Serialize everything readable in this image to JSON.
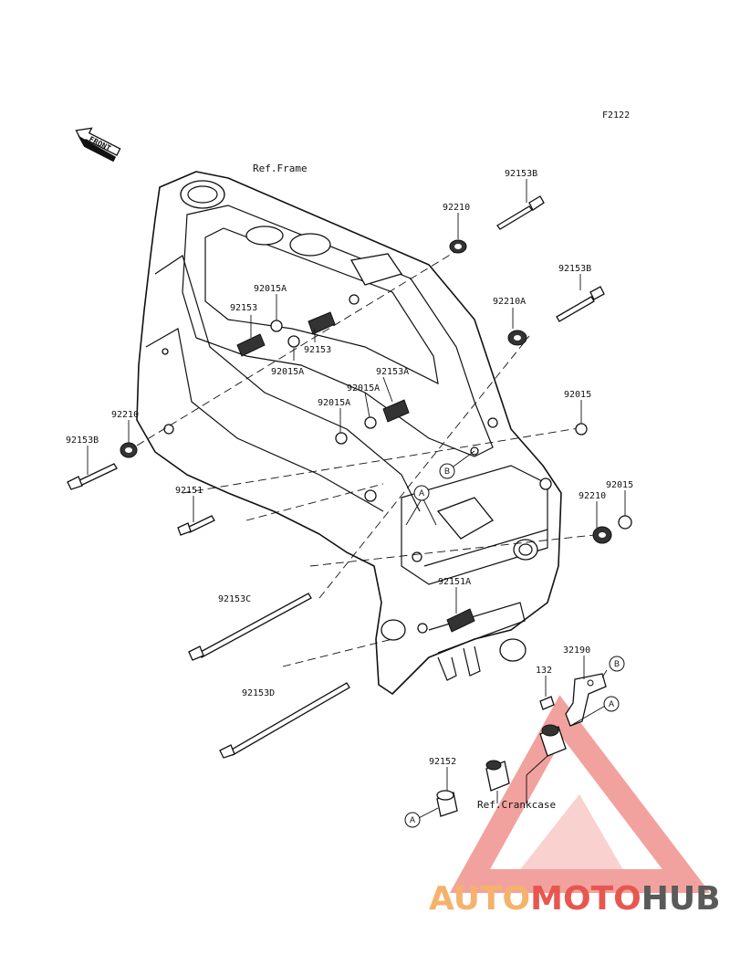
{
  "figure_code": "F2122",
  "front_label": "FRONT",
  "refs": {
    "frame": "Ref.Frame",
    "crankcase": "Ref.Crankcase"
  },
  "parts": {
    "p92153B_top": "92153B",
    "p92210_top": "92210",
    "p92153B_mid": "92153B",
    "p92210A": "92210A",
    "p92015A_a": "92015A",
    "p92153_a": "92153",
    "p92153_b": "92153",
    "p92015A_b": "92015A",
    "p92153A": "92153A",
    "p92015A_c": "92015A",
    "p92015A_d": "92015A",
    "p92015_right": "92015",
    "p92210_left": "92210",
    "p92153B_left": "92153B",
    "p92151": "92151",
    "p92015_right2": "92015",
    "p92210_right": "92210",
    "p92153C": "92153C",
    "p92151A": "92151A",
    "p32190": "32190",
    "p132": "132",
    "p92153D": "92153D",
    "p92152": "92152"
  },
  "callouts": {
    "a": "A",
    "b": "B"
  },
  "watermark": {
    "part1": "AUTO",
    "part2": "MOTO",
    "part3": "HUB",
    "color_orange": "#f5b26b",
    "color_red": "#e8574f",
    "color_gray": "#5a5a5a"
  }
}
